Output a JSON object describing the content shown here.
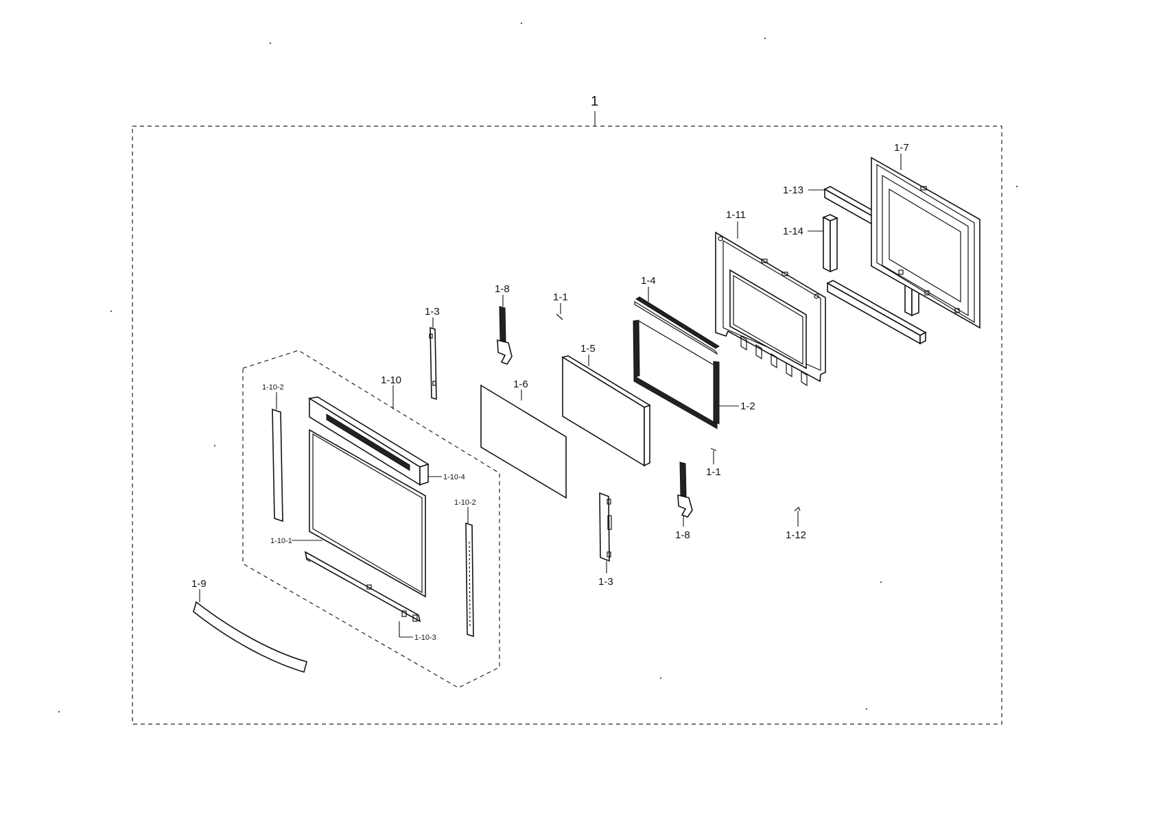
{
  "diagram": {
    "assembly_label": "1",
    "labels": {
      "l1_1a": "1-1",
      "l1_1b": "1-1",
      "l1_2": "1-2",
      "l1_3a": "1-3",
      "l1_3b": "1-3",
      "l1_4": "1-4",
      "l1_5": "1-5",
      "l1_6": "1-6",
      "l1_7": "1-7",
      "l1_8a": "1-8",
      "l1_8b": "1-8",
      "l1_9": "1-9",
      "l1_10": "1-10",
      "l1_10_1": "1-10-1",
      "l1_10_2a": "1-10-2",
      "l1_10_2b": "1-10-2",
      "l1_10_3": "1-10-3",
      "l1_10_4": "1-10-4",
      "l1_11": "1-11",
      "l1_12": "1-12",
      "l1_13": "1-13",
      "l1_14": "1-14"
    }
  }
}
